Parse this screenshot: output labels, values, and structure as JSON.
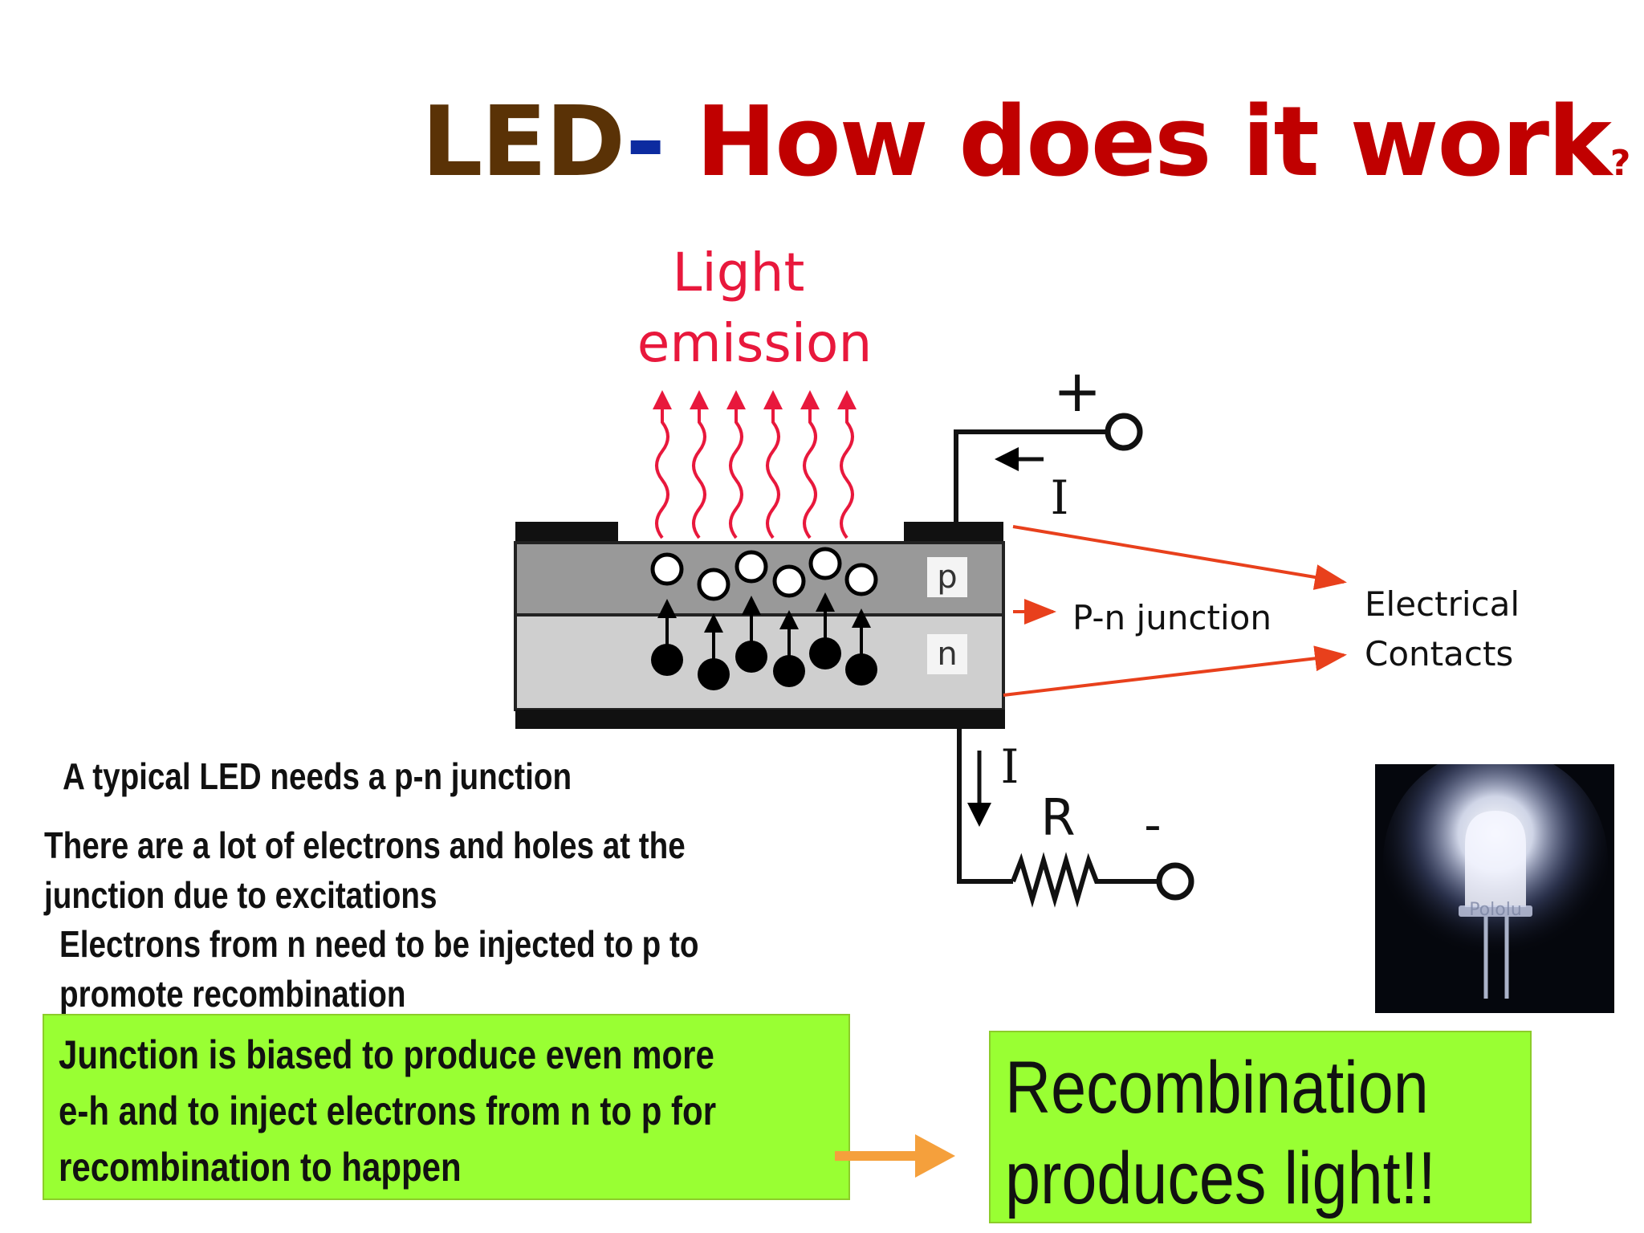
{
  "title": {
    "led": "LED",
    "dash": "-",
    "rest": " How does it work",
    "qmark": "?"
  },
  "diagram": {
    "light_label_1": "Light",
    "light_label_2": "emission",
    "p_label": "p",
    "n_label": "n",
    "plus": "+",
    "minus": "-",
    "current_top": "I",
    "current_bottom": "I",
    "resistor": "R",
    "pn_junction": "P-n junction",
    "contacts_1": "Electrical",
    "contacts_2": "Contacts"
  },
  "text": {
    "line1": "A typical LED needs a p-n junction",
    "line2a": "There are a lot of electrons and holes at the",
    "line2b": "junction due to excitations",
    "line3a": "Electrons from n need to be injected to p to",
    "line3b": "promote recombination"
  },
  "box_left": {
    "line1": "Junction is biased to produce even more",
    "line2": "e-h and to inject electrons from n to p for",
    "line3": "recombination to happen"
  },
  "box_right": {
    "line1": "Recombination",
    "line2": "produces light!!"
  },
  "photo": {
    "watermark": "Pololu"
  },
  "colors": {
    "title_led": "#5a3206",
    "title_dash": "#0c2ba0",
    "title_main": "#c00000",
    "box_green": "#99ff33",
    "arrow_red": "#e8401c",
    "arrow_orange": "#f5a03c",
    "light_red": "#e8183c"
  }
}
